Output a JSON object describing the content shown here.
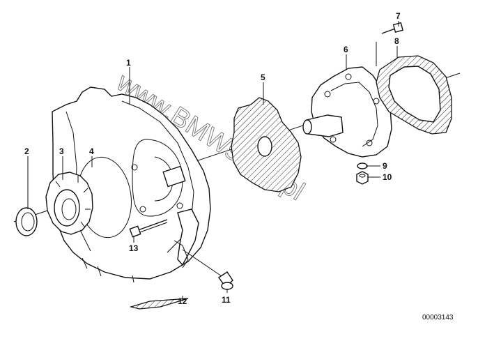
{
  "callouts": [
    {
      "id": "1",
      "label": "1"
    },
    {
      "id": "2",
      "label": "2"
    },
    {
      "id": "3",
      "label": "3"
    },
    {
      "id": "4",
      "label": "4"
    },
    {
      "id": "5",
      "label": "5"
    },
    {
      "id": "6",
      "label": "6"
    },
    {
      "id": "7",
      "label": "7"
    },
    {
      "id": "8",
      "label": "8"
    },
    {
      "id": "9",
      "label": "9"
    },
    {
      "id": "10",
      "label": "10"
    },
    {
      "id": "11",
      "label": "11"
    },
    {
      "id": "12",
      "label": "12"
    },
    {
      "id": "13",
      "label": "13"
    }
  ],
  "reference_number": "00003143",
  "watermark": "www.BMWstore.pl"
}
